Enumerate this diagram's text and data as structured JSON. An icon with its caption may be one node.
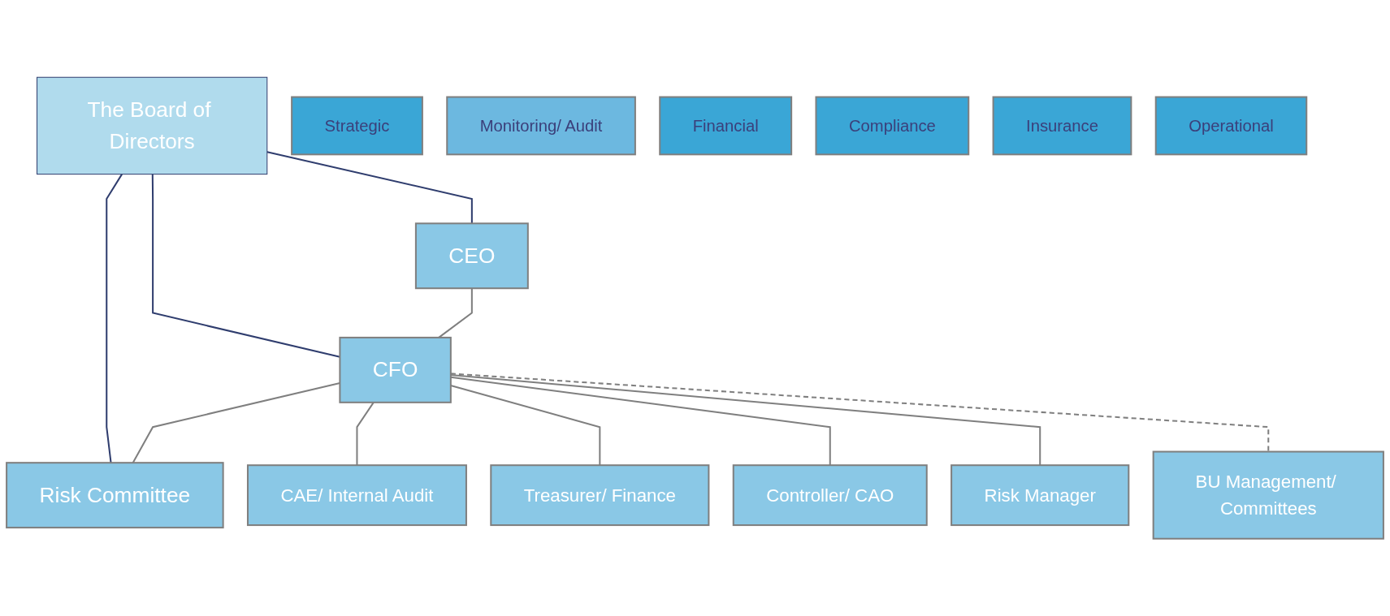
{
  "diagram": {
    "nodes": [
      {
        "text": [
          "The Board of Directors"
        ]
      },
      {
        "text": [
          "CEO"
        ]
      },
      {
        "text": [
          "CFO"
        ]
      },
      {
        "text": [
          "Risk Committee"
        ]
      },
      {
        "text": [
          "Strategic"
        ]
      },
      {
        "text": [
          "CAE/ Internal Audit"
        ]
      },
      {
        "text": [
          "Treasurer/ Finance"
        ]
      },
      {
        "text": [
          "Controller/ CAO"
        ]
      },
      {
        "text": [
          "Risk Manager"
        ]
      },
      {
        "text": [
          "BU Management/ Committees"
        ]
      },
      {
        "text": [
          "Monitoring/ Audit"
        ]
      },
      {
        "text": [
          "Financial"
        ]
      },
      {
        "text": [
          "Compliance"
        ]
      },
      {
        "text": [
          "Insurance"
        ]
      },
      {
        "text": [
          "Operational"
        ]
      }
    ],
    "edges": [
      {
        "from": 0,
        "to": 1,
        "arrow": "none",
        "color": "#2f3d6e"
      },
      {
        "from": 0,
        "to": 2,
        "arrow": "none",
        "color": "#2f3d6e"
      },
      {
        "from": 0,
        "to": 3,
        "arrow": "none",
        "color": "#2f3d6e"
      },
      {
        "from": 1,
        "to": 2,
        "arrow": "none"
      },
      {
        "from": 2,
        "to": 3,
        "arrow": "none"
      },
      {
        "from": 2,
        "to": 5,
        "arrow": "none"
      },
      {
        "from": 2,
        "to": 6,
        "arrow": "none"
      },
      {
        "from": 2,
        "to": 7,
        "arrow": "none"
      },
      {
        "from": 2,
        "to": 8,
        "arrow": "none"
      },
      {
        "from": 2,
        "to": 9,
        "arrow": "none",
        "style": "dashed"
      }
    ]
  }
}
